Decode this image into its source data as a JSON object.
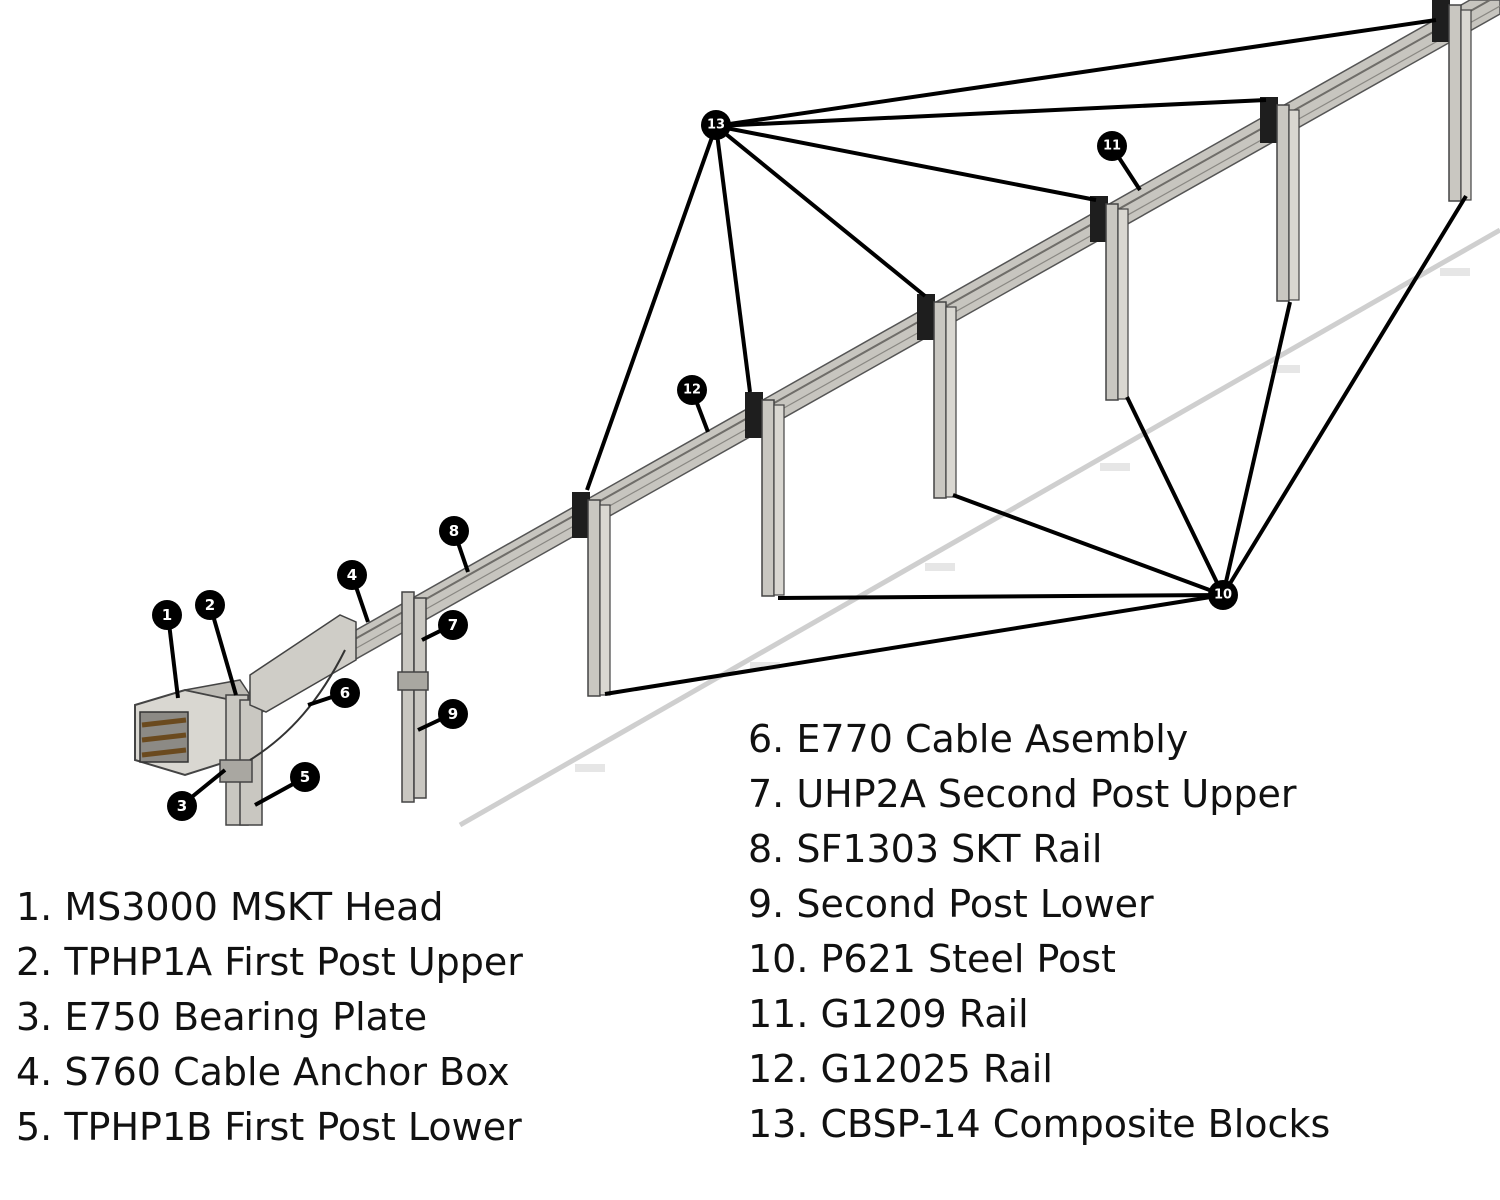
{
  "legend_left": [
    "1. MS3000 MSKT Head",
    "2. TPHP1A First Post Upper",
    "3. E750 Bearing Plate",
    "4. S760 Cable Anchor Box",
    "5. TPHP1B First Post Lower"
  ],
  "legend_right": [
    "6. E770 Cable Asembly",
    "7. UHP2A Second Post Upper",
    "8. SF1303 SKT Rail",
    "9. Second Post Lower",
    "10. P621 Steel Post",
    "11. G1209 Rail",
    "12. G12025 Rail",
    "13. CBSP-14 Composite Blocks"
  ],
  "callouts": {
    "c1": "1",
    "c2": "2",
    "c3": "3",
    "c4": "4",
    "c5": "5",
    "c6": "6",
    "c7": "7",
    "c8": "8",
    "c9": "9",
    "c10": "10",
    "c11": "11",
    "c12": "12",
    "c13": "13"
  },
  "colors": {
    "callout_fill": "#000000",
    "rail": "#b9b7b1",
    "block": "#1e1e1e",
    "leader": "#000000"
  }
}
